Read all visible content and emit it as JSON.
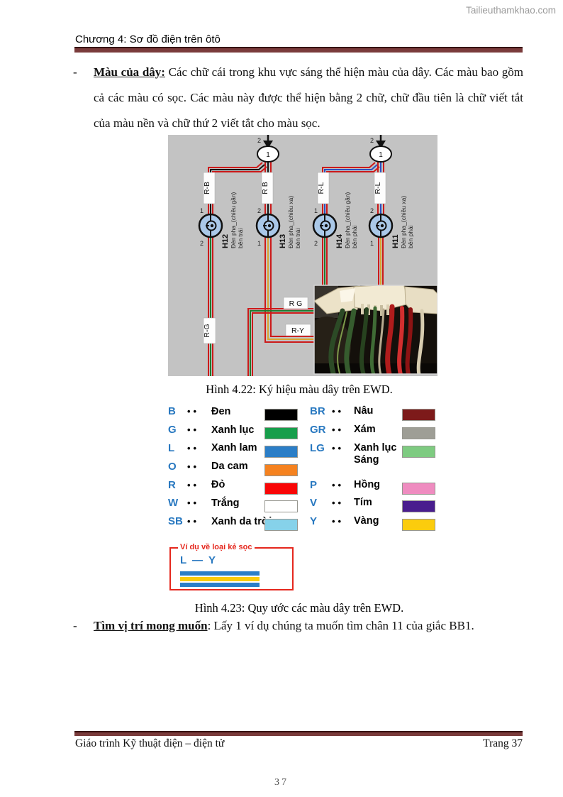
{
  "watermark": "Tailieuthamkhao.com",
  "header": {
    "title": "Chương 4: Sơ đồ điện trên ôtô"
  },
  "paragraphs": {
    "p1": {
      "bullet": "-",
      "lead": "Màu của dây:",
      "body": " Các chữ cái trong khu vực sáng thể hiện màu của dây. Các màu bao gồm cả các màu có sọc. Các màu này được thể hiện bằng 2 chữ, chữ đầu tiên là chữ viết tắt của màu nền và chữ thứ 2 viết tắt cho màu sọc."
    },
    "p2": {
      "bullet": "-",
      "lead": "Tìm vị trí mong muốn",
      "body": ": Lấy 1 ví dụ chúng ta muốn tìm chân 11 của giắc BB1."
    }
  },
  "figure1": {
    "caption": "Hình 4.22: Ký hiệu màu dây trên EWD.",
    "connector_left": {
      "pin": "2",
      "oval": "1"
    },
    "connector_right": {
      "pin": "2",
      "oval": "1"
    },
    "wire_labels": {
      "left_branch": "R-B",
      "left_main": "R B",
      "right_branch": "R-L",
      "right_main": "R-L",
      "bottom_horizontal_1": "R G",
      "bottom_horizontal_2": "R-Y",
      "bottom_vertical": "R-G"
    },
    "lamps": [
      {
        "id": "H12",
        "desc": "Đèn pha_(chiều gần)",
        "side": "bên trái",
        "pin_top": "1",
        "pin_bottom": "2"
      },
      {
        "id": "H13",
        "desc": "Đèn pha_(chiều xa)",
        "side": "bên trái",
        "pin_top": "2",
        "pin_bottom": "1"
      },
      {
        "id": "H14",
        "desc": "Đèn pha_(chiều gần)",
        "side": "bên phải",
        "pin_top": "1",
        "pin_bottom": "2"
      },
      {
        "id": "H11",
        "desc": "Đèn pha_(chiều xa)",
        "side": "bên phải",
        "pin_top": "2",
        "pin_bottom": "1"
      }
    ]
  },
  "legend": {
    "dots": "••",
    "rows": [
      {
        "left": {
          "code": "B",
          "name": "Đen",
          "color": "#000000"
        },
        "right": {
          "code": "BR",
          "name": "Nâu",
          "color": "#7d1a1a"
        }
      },
      {
        "left": {
          "code": "G",
          "name": "Xanh lục",
          "color": "#179e4b"
        },
        "right": {
          "code": "GR",
          "name": "Xám",
          "color": "#9e9e96"
        }
      },
      {
        "left": {
          "code": "L",
          "name": "Xanh lam",
          "color": "#2b7ec7"
        },
        "right": {
          "code": "LG",
          "name": "Xanh lục Sáng",
          "color": "#7ecb81"
        }
      },
      {
        "left": {
          "code": "O",
          "name": "Da cam",
          "color": "#f5821f"
        },
        "right": null
      },
      {
        "left": {
          "code": "R",
          "name": "Đỏ",
          "color": "#f90606"
        },
        "right": {
          "code": "P",
          "name": "Hồng",
          "color": "#ef8cc0"
        }
      },
      {
        "left": {
          "code": "W",
          "name": "Trắng",
          "color": "#ffffff"
        },
        "right": {
          "code": "V",
          "name": "Tím",
          "color": "#491d8e"
        }
      },
      {
        "left": {
          "code": "SB",
          "name": "Xanh da trời",
          "color": "#86d2ea"
        },
        "right": {
          "code": "Y",
          "name": "Vàng",
          "color": "#fbcc0d"
        }
      }
    ]
  },
  "stripe_example": {
    "title": "Ví dụ về loại kẻ sọc",
    "label": "L — Y",
    "stripe_colors": [
      "#2b7ec7",
      "#fbcc0d",
      "#2b7ec7"
    ]
  },
  "figure2": {
    "caption": "Hình 4.23: Quy ước các màu dây trên EWD."
  },
  "footer": {
    "left": "Giáo trình Kỹ thuật điện – điện tử",
    "right": "Trang 37",
    "page_number": "37"
  },
  "colors": {
    "rule_maroon": "#7a3b3b",
    "diagram_bg": "#c3c3c3",
    "wire_red": "#cc1a1a",
    "wire_black": "#141414",
    "wire_blue": "#2a4fc0",
    "wire_green": "#1f7a2f",
    "wire_yellow": "#d8a633",
    "legend_code_blue": "#2878c0",
    "example_box_red": "#e5271d"
  }
}
